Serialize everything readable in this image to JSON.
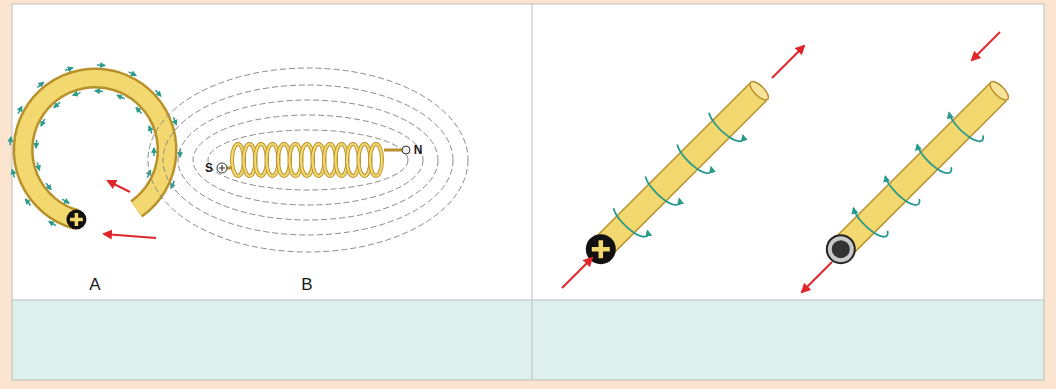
{
  "diagram": {
    "labels": [
      "A",
      "B",
      "S",
      "N"
    ]
  }
}
